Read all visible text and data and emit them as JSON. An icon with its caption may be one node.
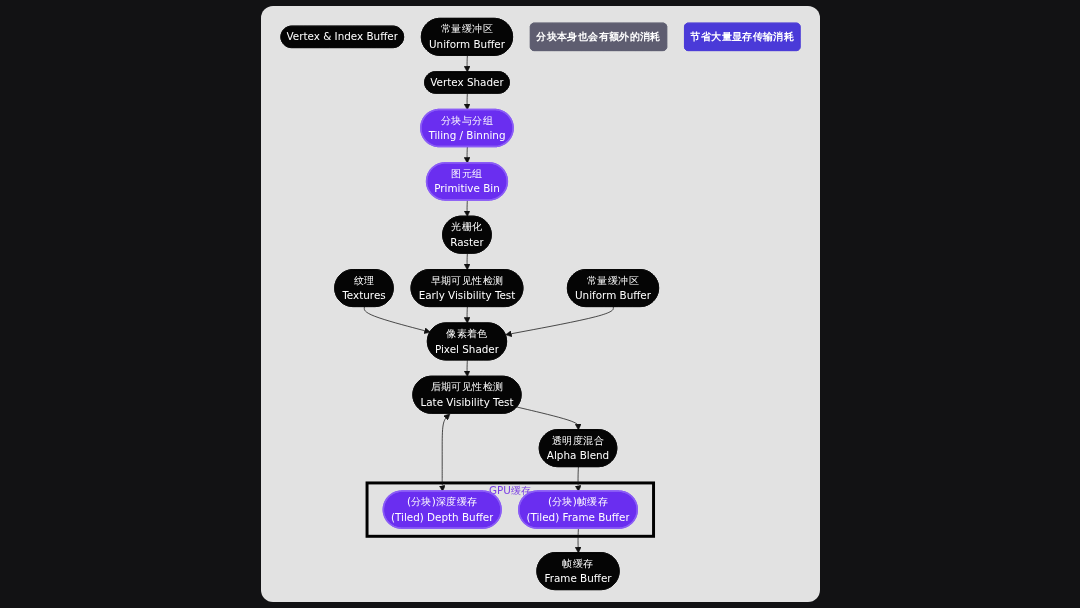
{
  "diagram": {
    "nodes": [
      {
        "text": [
          "Vertex & Index Buffer"
        ]
      },
      {
        "text": [
          "Vertex Shader"
        ]
      },
      {
        "text": [
          "常量缓冲区",
          "Uniform Buffer"
        ]
      },
      {
        "text": [
          "分块与分组",
          "Tiling / Binning"
        ]
      },
      {
        "text": [
          "图元组",
          "Primitive Bin"
        ]
      },
      {
        "text": [
          "光栅化",
          "Raster"
        ]
      },
      {
        "text": [
          "早期可见性检测",
          "Early Visibility Test"
        ]
      },
      {
        "text": [
          "纹理",
          "Textures"
        ]
      },
      {
        "text": [
          "像素着色",
          "Pixel Shader"
        ]
      },
      {
        "text": [
          "常量缓冲区",
          "Uniform Buffer"
        ]
      },
      {
        "text": [
          "后期可见性检测",
          "Late Visibility Test"
        ]
      },
      {
        "text": [
          "GPU缓存"
        ]
      },
      {
        "text": [
          "(分块)深度缓存",
          "(Tiled) Depth Buffer"
        ],
        "in": 11
      },
      {
        "text": [
          "(分块)帧缓存",
          "(Tiled) Frame Buffer"
        ],
        "in": 11
      },
      {
        "text": [
          "帧缓存",
          "Frame Buffer"
        ]
      },
      {
        "text": [
          "透明度混合",
          "Alpha Blend"
        ]
      },
      {
        "text": [
          "分块本身也会有额外的消耗"
        ]
      },
      {
        "text": [
          "节省大量显存传输消耗"
        ]
      }
    ],
    "edges": [
      {
        "from": 2,
        "to": 1,
        "arrow": "to"
      },
      {
        "from": 1,
        "to": 3,
        "arrow": "to"
      },
      {
        "from": 3,
        "to": 4,
        "arrow": "to"
      },
      {
        "from": 4,
        "to": 5,
        "arrow": "to"
      },
      {
        "from": 5,
        "to": 6,
        "arrow": "to"
      },
      {
        "from": 7,
        "to": 8,
        "arrow": "to"
      },
      {
        "from": 6,
        "to": 8,
        "arrow": "to"
      },
      {
        "from": 9,
        "to": 8,
        "arrow": "to"
      },
      {
        "from": 8,
        "to": 10,
        "arrow": "to"
      },
      {
        "from": 10,
        "to": 12,
        "arrow": "both"
      },
      {
        "from": 10,
        "to": 15,
        "arrow": "to"
      },
      {
        "from": 15,
        "to": 13,
        "arrow": "to"
      },
      {
        "from": 13,
        "to": 14,
        "arrow": "to"
      }
    ]
  }
}
